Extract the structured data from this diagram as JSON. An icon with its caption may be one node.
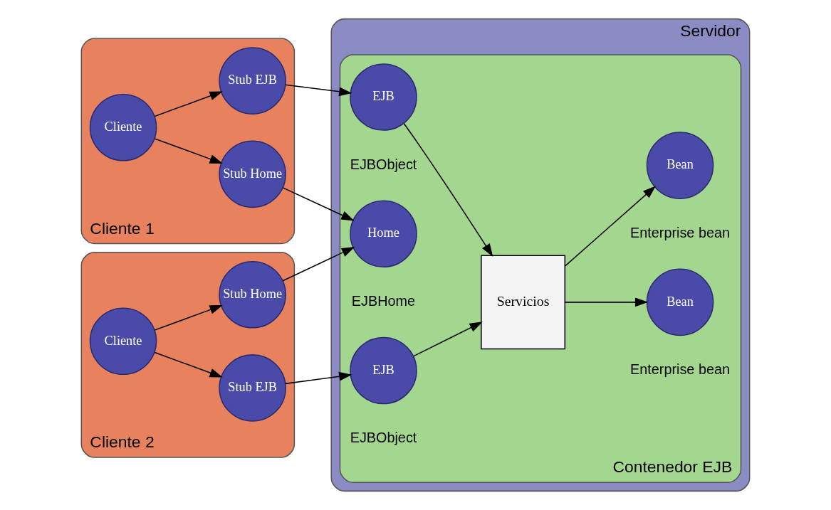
{
  "diagram": {
    "nodes": [
      {
        "text": [
          "Cliente 1"
        ]
      },
      {
        "text": [
          "Cliente"
        ],
        "in": 0
      },
      {
        "text": [
          "Stub EJB"
        ],
        "in": 0
      },
      {
        "text": [
          "Stub Home"
        ],
        "in": 0
      },
      {
        "text": [
          "Cliente 2"
        ]
      },
      {
        "text": [
          "Cliente"
        ],
        "in": 4
      },
      {
        "text": [
          "Stub Home"
        ],
        "in": 4
      },
      {
        "text": [
          "Stub EJB"
        ],
        "in": 4
      },
      {
        "text": [
          "Servidor"
        ]
      },
      {
        "text": [
          "Contenedor EJB"
        ],
        "in": 8
      },
      {
        "text": [
          "EJB"
        ],
        "beside": [
          "EJBObject"
        ],
        "in": 9
      },
      {
        "text": [
          "Home"
        ],
        "beside": [
          "EJBHome"
        ],
        "in": 9
      },
      {
        "text": [
          "EJB"
        ],
        "beside": [
          "EJBObject"
        ],
        "in": 9
      },
      {
        "text": [
          "Servicios"
        ],
        "in": 9
      },
      {
        "text": [
          "Bean"
        ],
        "beside": [
          "Enterprise bean"
        ],
        "in": 9
      },
      {
        "text": [
          "Bean"
        ],
        "beside": [
          "Enterprise bean"
        ],
        "in": 9
      }
    ],
    "edges": [
      {
        "from": 1,
        "to": 2,
        "arrow": "to"
      },
      {
        "from": 1,
        "to": 3,
        "arrow": "to"
      },
      {
        "from": 2,
        "to": 10,
        "arrow": "to"
      },
      {
        "from": 3,
        "to": 11,
        "arrow": "to"
      },
      {
        "from": 5,
        "to": 6,
        "arrow": "to"
      },
      {
        "from": 5,
        "to": 7,
        "arrow": "to"
      },
      {
        "from": 6,
        "to": 11,
        "arrow": "to"
      },
      {
        "from": 7,
        "to": 12,
        "arrow": "to"
      },
      {
        "from": 10,
        "to": 13,
        "arrow": "to"
      },
      {
        "from": 12,
        "to": 13,
        "arrow": "to"
      },
      {
        "from": 13,
        "to": 14,
        "arrow": "to"
      },
      {
        "from": 13,
        "to": 15,
        "arrow": "to"
      }
    ]
  }
}
